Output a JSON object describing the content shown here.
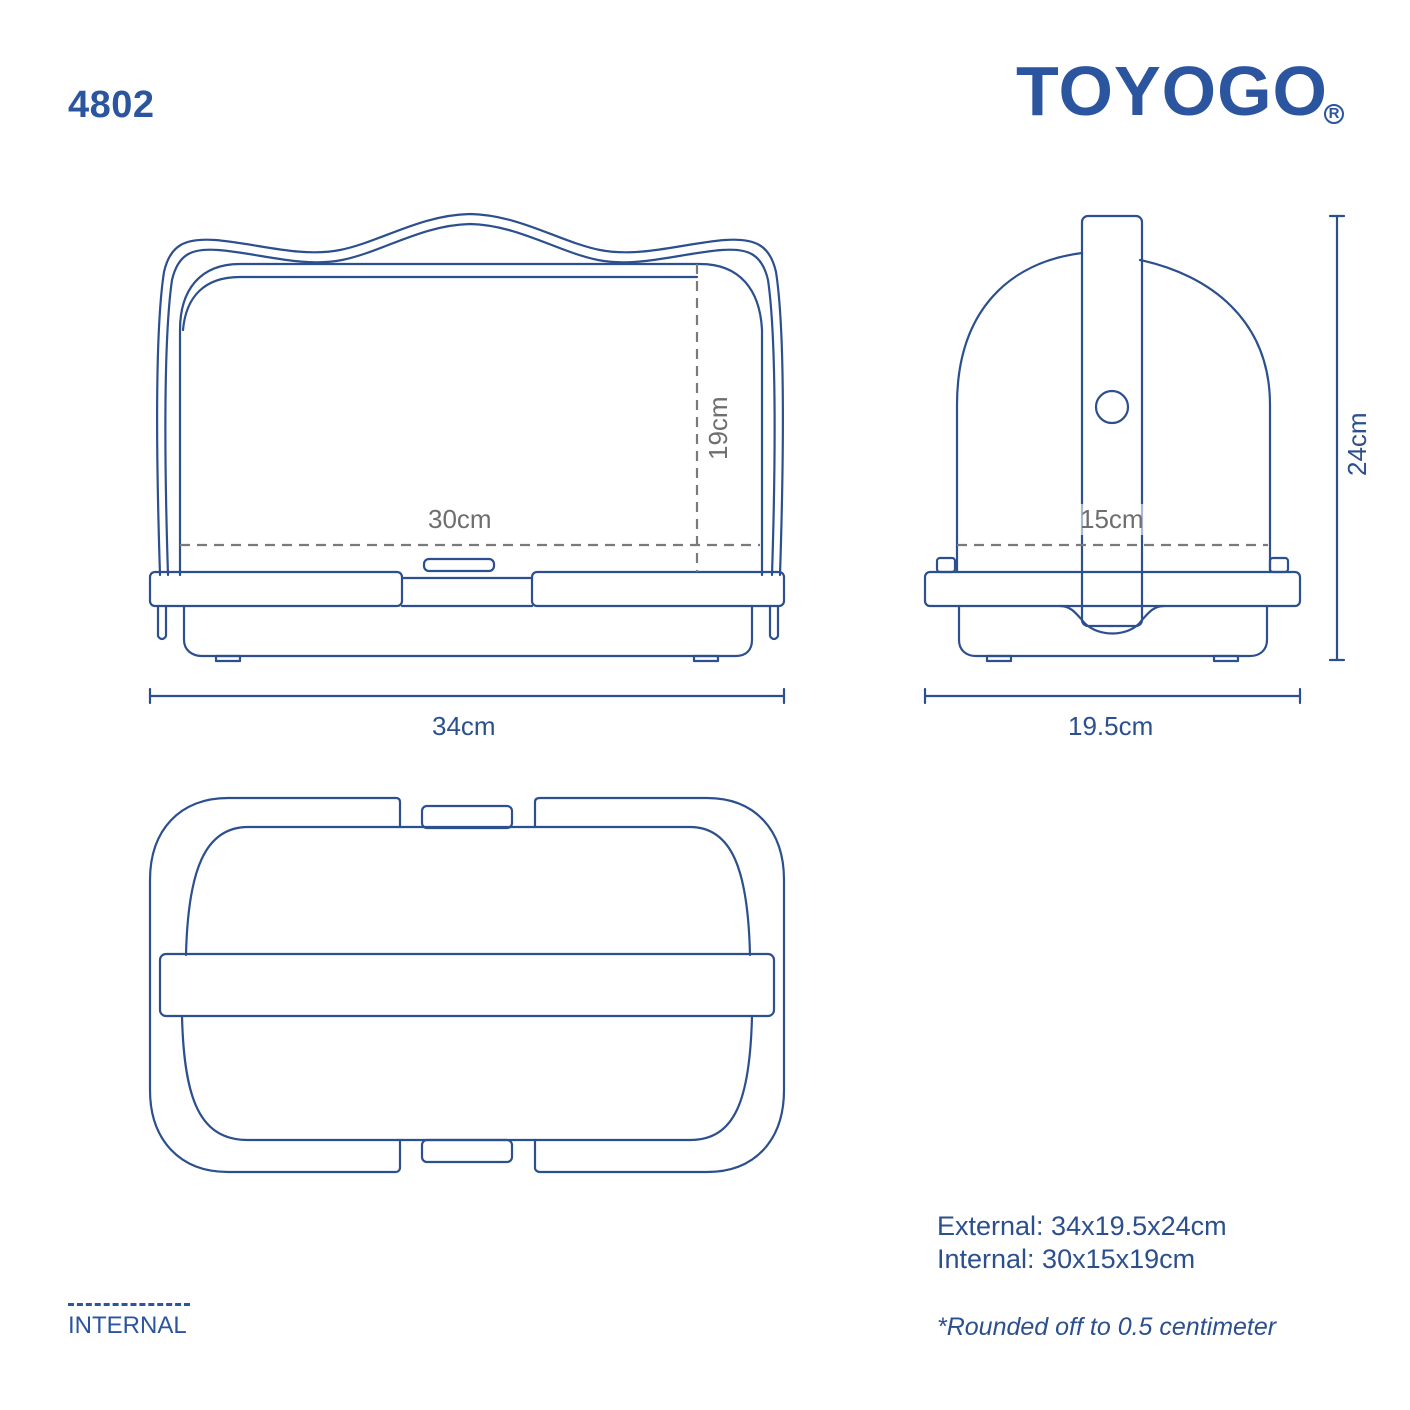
{
  "header": {
    "model_number": "4802",
    "brand": "TOYOGO",
    "registered_mark": "R"
  },
  "front_view": {
    "external_width_label": "34cm",
    "internal_width_label": "30cm",
    "internal_height_label": "19cm"
  },
  "side_view": {
    "external_depth_label": "19.5cm",
    "internal_depth_label": "15cm",
    "external_height_label": "24cm"
  },
  "specs": {
    "external": "External: 34x19.5x24cm",
    "internal": "Internal: 30x15x19cm",
    "note": "*Rounded off to 0.5 centimeter"
  },
  "legend": {
    "label": "INTERNAL"
  },
  "colors": {
    "outline": "#2c4f8e",
    "brand": "#2c55a0",
    "internal_dash": "#7a7a7a"
  }
}
